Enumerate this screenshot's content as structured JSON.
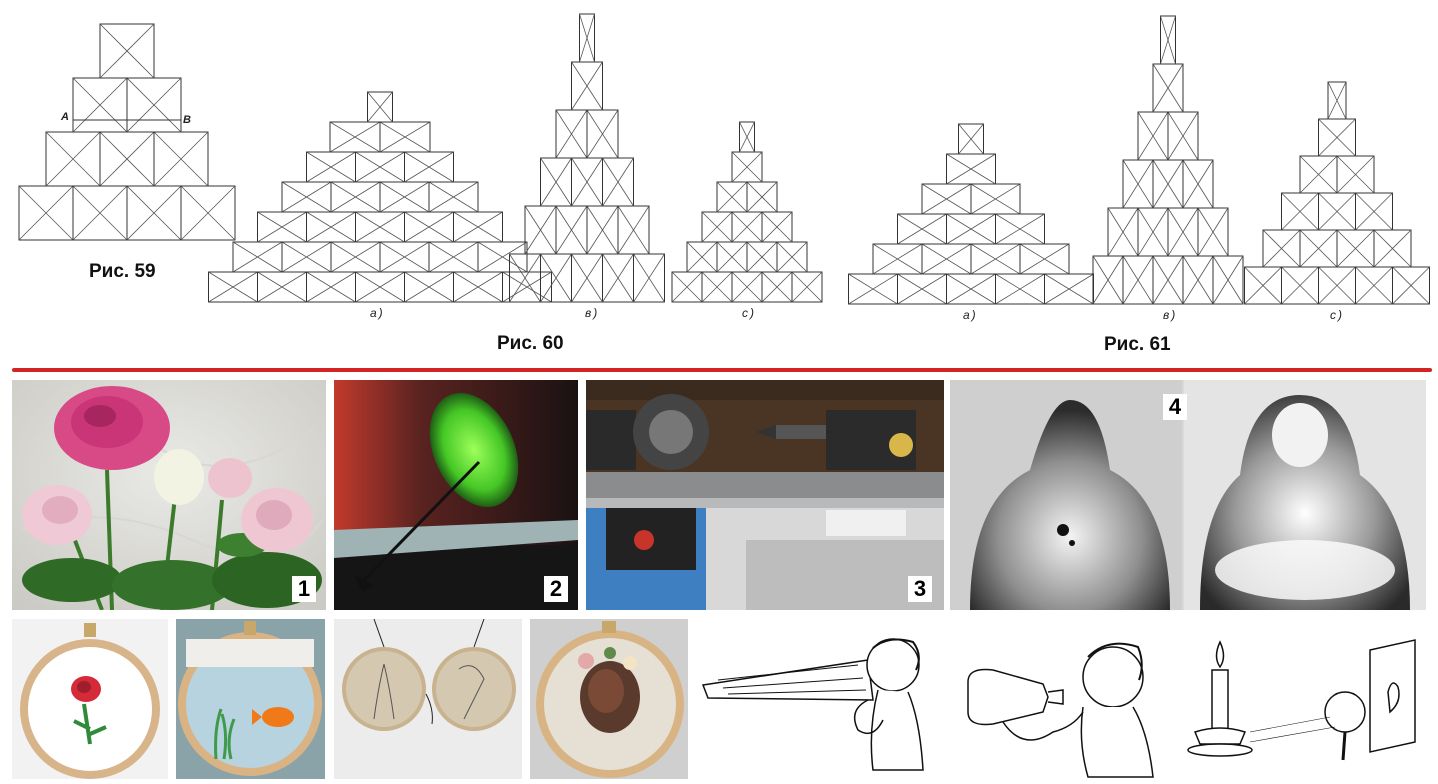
{
  "figures": {
    "fig59": {
      "title": "Рис. 59",
      "point_a": "A",
      "point_b": "B"
    },
    "fig60": {
      "title": "Рис. 60",
      "sub_a": "а)",
      "sub_b": "в)",
      "sub_c": "с)"
    },
    "fig61": {
      "title": "Рис. 61",
      "sub_a": "а)",
      "sub_b": "в)",
      "sub_c": "с)"
    }
  },
  "photos": [
    {
      "number": "1",
      "icon": "roses-bouquet-icon"
    },
    {
      "number": "2",
      "icon": "green-laser-spot-icon"
    },
    {
      "number": "3",
      "icon": "lathe-machine-icon"
    },
    {
      "number": "4",
      "icon": "water-drop-bubble-icon"
    }
  ],
  "embroidery": [
    {
      "icon": "rose-embroidery-hoop-icon"
    },
    {
      "icon": "goldfish-embroidery-hoop-icon"
    },
    {
      "icon": "twin-hoops-portrait-icon"
    },
    {
      "icon": "flower-heart-embroidery-hoop-icon"
    }
  ],
  "illustrations": [
    {
      "icon": "boy-paper-cone-icon"
    },
    {
      "icon": "boy-blowing-bottle-icon"
    },
    {
      "icon": "candle-magnifier-projection-icon"
    }
  ],
  "colors": {
    "divider": "#d32323"
  }
}
